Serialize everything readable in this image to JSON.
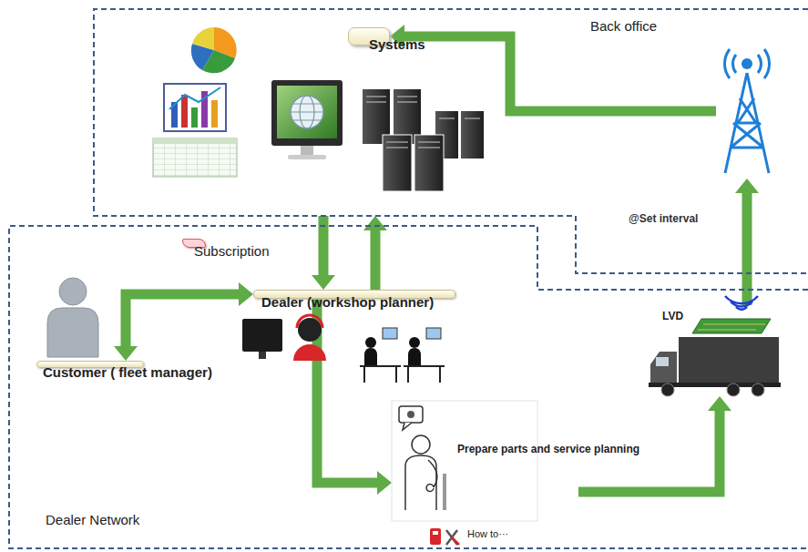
{
  "diagram": {
    "nodes": [
      {
        "text": [
          "Back office"
        ]
      },
      {
        "text": [
          "Systems"
        ],
        "in": 0
      },
      {
        "text": [
          "Dealer Network"
        ]
      },
      {
        "text": [
          "Subscription"
        ],
        "in": 2
      },
      {
        "text": [
          "Dealer (workshop planner)"
        ],
        "in": 2
      },
      {
        "text": [
          "Customer ( fleet manager)"
        ],
        "in": 2
      },
      {
        "text": [
          "Prepare parts and service planning",
          "How to···"
        ],
        "in": 2
      },
      {
        "text": [
          "LVD"
        ],
        "in": 2
      }
    ],
    "edges": [
      {
        "from": 5,
        "to": 4,
        "arrow": "both"
      },
      {
        "from": 0,
        "to": 4,
        "arrow": "to"
      },
      {
        "from": 4,
        "to": 0,
        "arrow": "to"
      },
      {
        "from": 4,
        "to": 6,
        "arrow": "to"
      },
      {
        "from": 6,
        "to": 7,
        "arrow": "to"
      },
      {
        "from": 7,
        "to": 1,
        "label": "@Set interval",
        "arrow": "to"
      }
    ]
  }
}
